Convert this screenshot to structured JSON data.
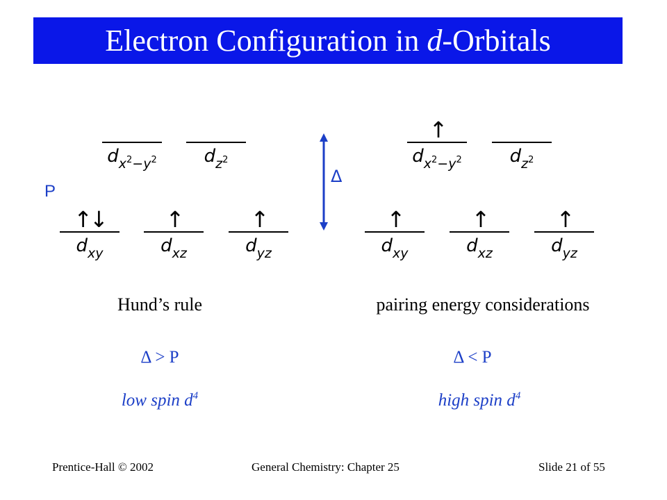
{
  "slide": {
    "title_main": "Electron Configuration in ",
    "title_italic": "d",
    "title_end": "-Orbitals",
    "colors": {
      "title_bar": "#0a17e8",
      "accent": "#1c3fc7"
    }
  },
  "diagram": {
    "left": {
      "upper": [
        {
          "spin": "",
          "label": "d",
          "sub": "x",
          "sup1": "2",
          "minus": "−y",
          "sup2": "2"
        },
        {
          "spin": "",
          "label": "d",
          "sub": "z",
          "sup1": "2"
        }
      ],
      "lower": [
        {
          "spin": "↑↓",
          "label": "d",
          "sub": "xy"
        },
        {
          "spin": "↑",
          "label": "d",
          "sub": "xz"
        },
        {
          "spin": "↑",
          "label": "d",
          "sub": "yz"
        }
      ],
      "pairing_label": "P",
      "caption": "Hund’s rule",
      "condition": "Δ > P",
      "spin_label": "low spin d",
      "spin_sup": "4"
    },
    "right": {
      "upper": [
        {
          "spin": "↑",
          "label": "d",
          "sub": "x",
          "sup1": "2",
          "minus": "−y",
          "sup2": "2"
        },
        {
          "spin": "",
          "label": "d",
          "sub": "z",
          "sup1": "2"
        }
      ],
      "lower": [
        {
          "spin": "↑",
          "label": "d",
          "sub": "xy"
        },
        {
          "spin": "↑",
          "label": "d",
          "sub": "xz"
        },
        {
          "spin": "↑",
          "label": "d",
          "sub": "yz"
        }
      ],
      "caption": "pairing energy considerations",
      "condition": "Δ < P",
      "spin_label": "high spin d",
      "spin_sup": "4"
    },
    "splitting_label": "Δ"
  },
  "footer": {
    "left": "Prentice-Hall © 2002",
    "center": "General Chemistry: Chapter 25",
    "right": "Slide 21 of 55"
  }
}
